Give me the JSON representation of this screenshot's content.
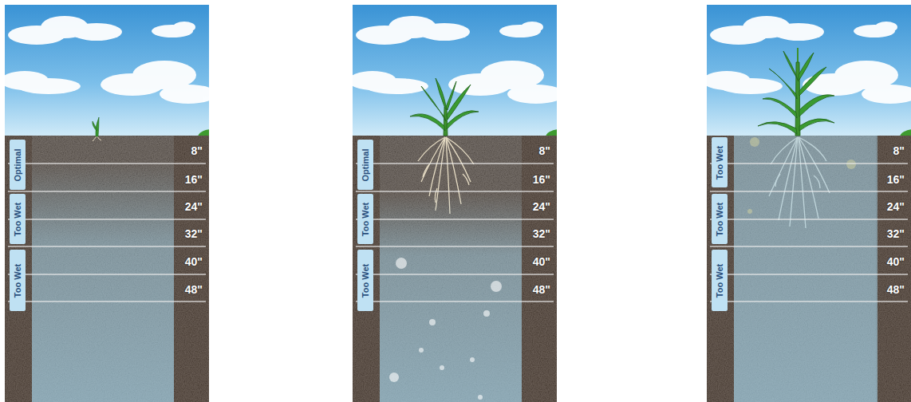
{
  "diagram": {
    "nodes": [
      {
        "text": [
          "Optimal"
        ]
      },
      {
        "text": [
          "Too Wet"
        ]
      },
      {
        "text": [
          "Too Wet"
        ]
      },
      {
        "text": [
          "Optimal"
        ]
      },
      {
        "text": [
          "Too Wet"
        ]
      },
      {
        "text": [
          "Too Wet"
        ]
      },
      {
        "text": [
          "Too Wet"
        ]
      },
      {
        "text": [
          "Too Wet"
        ]
      },
      {
        "text": [
          "Too Wet"
        ]
      }
    ],
    "labels": [
      "8\"",
      "16\"",
      "24\"",
      "32\"",
      "40\"",
      "48\"",
      "8\"",
      "16\"",
      "24\"",
      "32\"",
      "40\"",
      "48\"",
      "8\"",
      "16\"",
      "24\"",
      "32\"",
      "40\"",
      "48\""
    ]
  }
}
